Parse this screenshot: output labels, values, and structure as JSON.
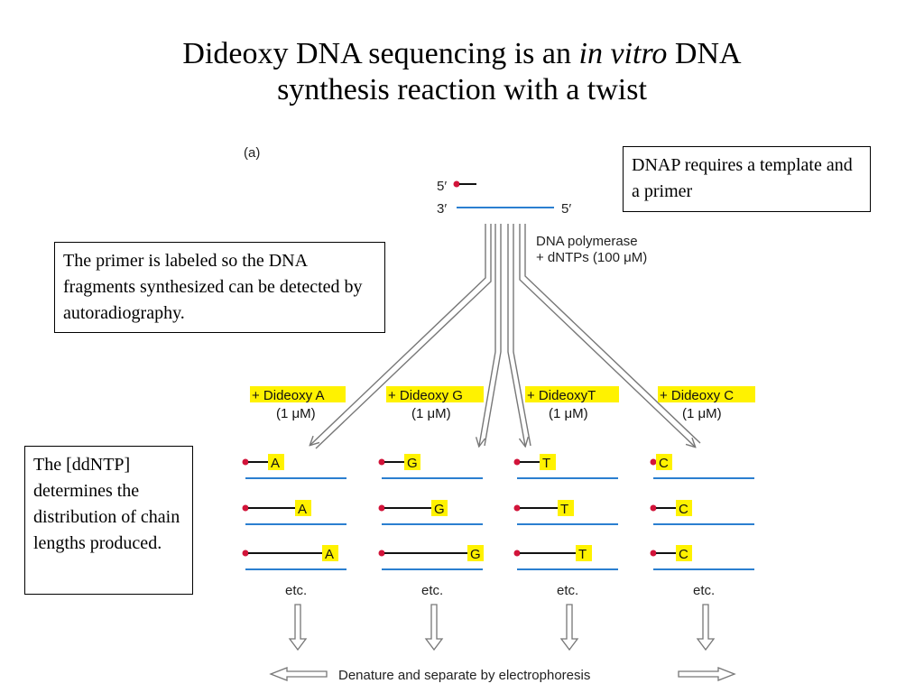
{
  "title": {
    "before": "Dideoxy DNA sequencing is an ",
    "italic": "in vitro",
    "after": "  DNA",
    "line2": "synthesis reaction with a twist"
  },
  "callouts": {
    "dnap": "DNAP requires a template and a primer",
    "primer": "The primer is labeled so the DNA fragments synthesized can be detected by autoradiography.",
    "ddntp": "The [ddNTP] determines the distribution of chain lengths produced."
  },
  "diagram": {
    "panel_label": "(a)",
    "primer_end": "5′",
    "template_left": "3′",
    "template_right": "5′",
    "enzyme_line1": "DNA polymerase",
    "enzyme_line2": "+ dNTPs (100 μM)",
    "reactions": [
      {
        "label": "+ Dideoxy A",
        "conc": "(1 μM)",
        "base": "A"
      },
      {
        "label": "+ Dideoxy G",
        "conc": "(1 μM)",
        "base": "G"
      },
      {
        "label": "+ DideoxyT",
        "conc": "(1 μM)",
        "base": "T"
      },
      {
        "label": "+ Dideoxy C",
        "conc": "(1 μM)",
        "base": "C"
      }
    ],
    "etc": "etc.",
    "bottom_text": "Denature and separate by electrophoresis"
  },
  "colors": {
    "highlight": "#fff200",
    "template_blue": "#2b7fd0",
    "label_dot": "#d2143a",
    "arrow_gray": "#777777"
  }
}
